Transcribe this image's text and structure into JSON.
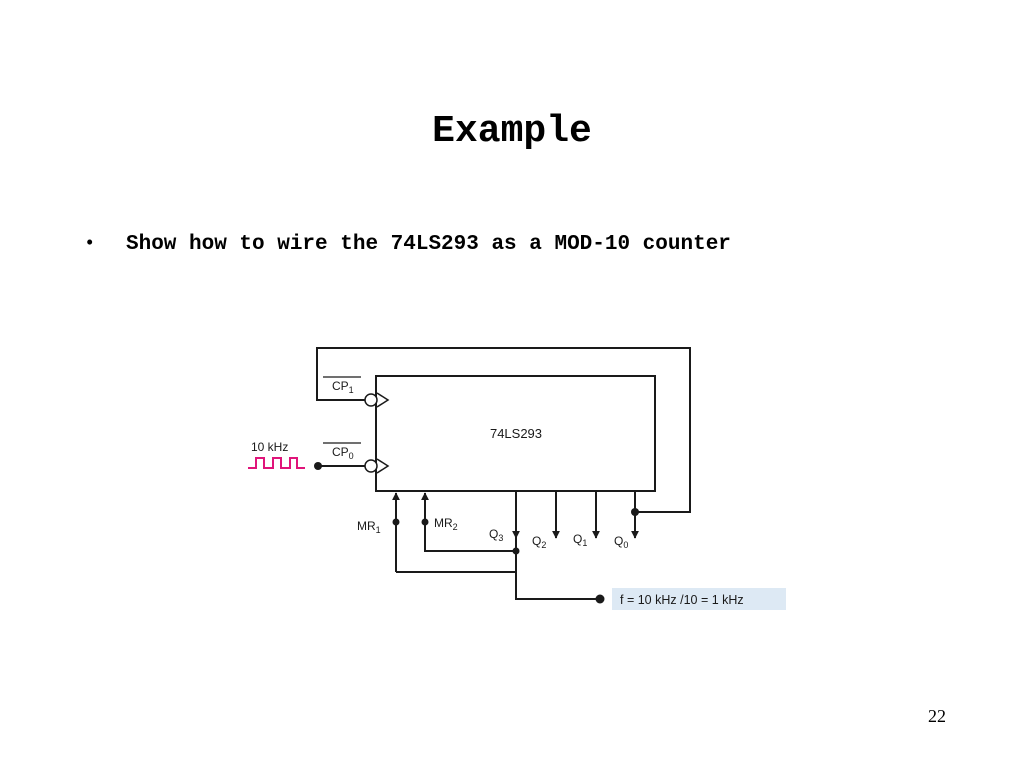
{
  "slide": {
    "title": "Example",
    "bullet_symbol": "•",
    "bullet_text": "Show how to wire the 74LS293 as a MOD-10 counter",
    "page_number": "22"
  },
  "diagram": {
    "chip_label": "74LS293",
    "clock_freq_label": "10 kHz",
    "pins": {
      "cp1": "CP",
      "cp1_sub": "1",
      "cp0": "CP",
      "cp0_sub": "0",
      "mr1": "MR",
      "mr1_sub": "1",
      "mr2": "MR",
      "mr2_sub": "2",
      "q3": "Q",
      "q3_sub": "3",
      "q2": "Q",
      "q2_sub": "2",
      "q1": "Q",
      "q1_sub": "1",
      "q0": "Q",
      "q0_sub": "0"
    },
    "output_label": "f = 10 kHz /10 = 1 kHz",
    "colors": {
      "clock_wave": "#e0147a",
      "output_box": "#dde9f4",
      "wire": "#1a1a1a"
    }
  }
}
